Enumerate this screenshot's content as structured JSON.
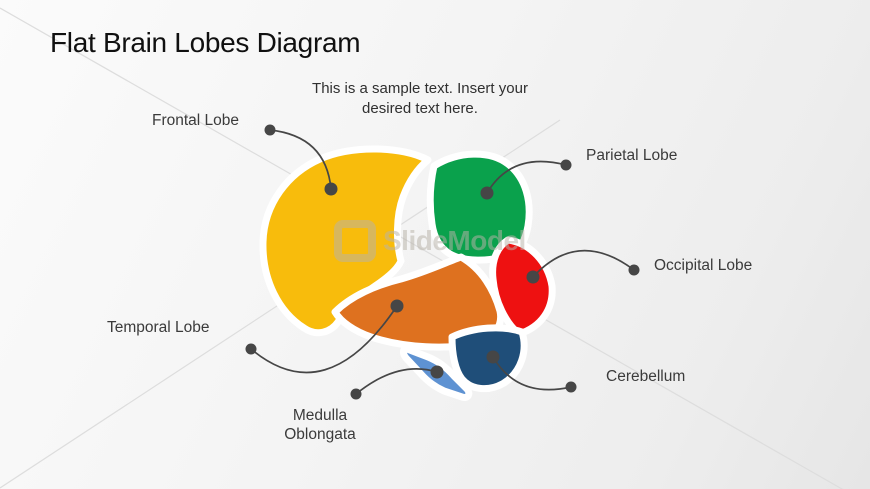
{
  "slide": {
    "title": "Flat Brain Lobes Diagram",
    "sample_text": "This is a sample text. Insert your desired text here.",
    "watermark": "SlideModel"
  },
  "labels": {
    "frontal": "Frontal Lobe",
    "parietal": "Parietal Lobe",
    "occipital": "Occipital Lobe",
    "temporal": "Temporal Lobe",
    "cerebellum": "Cerebellum",
    "medulla": "Medulla Oblongata"
  },
  "colors": {
    "frontal_lobe": "#F8BC0C",
    "parietal_lobe": "#0AA14C",
    "occipital_lobe": "#EE1111",
    "temporal_lobe": "#DE711F",
    "cerebellum": "#1F4E79",
    "medulla_oblongata": "#5E92D2",
    "connector": "#464646",
    "title_text": "#101010",
    "body_text": "#3B3B3B"
  }
}
